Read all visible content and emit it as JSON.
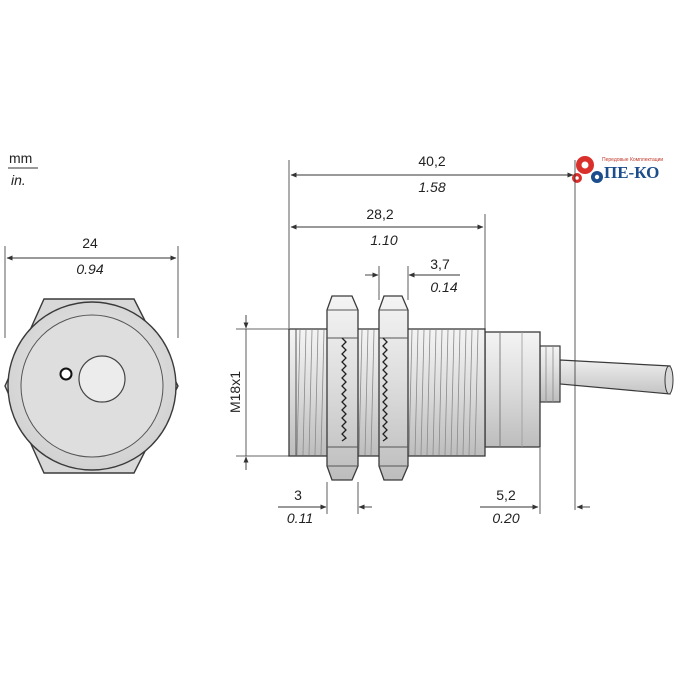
{
  "units": {
    "primary": "mm",
    "secondary": "in."
  },
  "logo": {
    "text": "ПЕ-КО",
    "tagline": "Передовые Комплектации",
    "gear_color": "#d9302c",
    "accent_color": "#1c4d8c"
  },
  "dimensions": {
    "hex_width": {
      "mm": "24",
      "in": "0.94"
    },
    "total_length": {
      "mm": "40,2",
      "in": "1.58"
    },
    "thread_length": {
      "mm": "28,2",
      "in": "1.10"
    },
    "nut_thickness": {
      "mm": "3,7",
      "in": "0.14"
    },
    "nut_to_face": {
      "mm": "3",
      "in": "0.11"
    },
    "cable_exit": {
      "mm": "5,2",
      "in": "0.20"
    },
    "thread_size": "M18x1"
  },
  "colors": {
    "body": "#e4e4e4",
    "body_dark": "#b8b8b8",
    "outline": "#3a3a3a",
    "dim_line": "#333333"
  }
}
